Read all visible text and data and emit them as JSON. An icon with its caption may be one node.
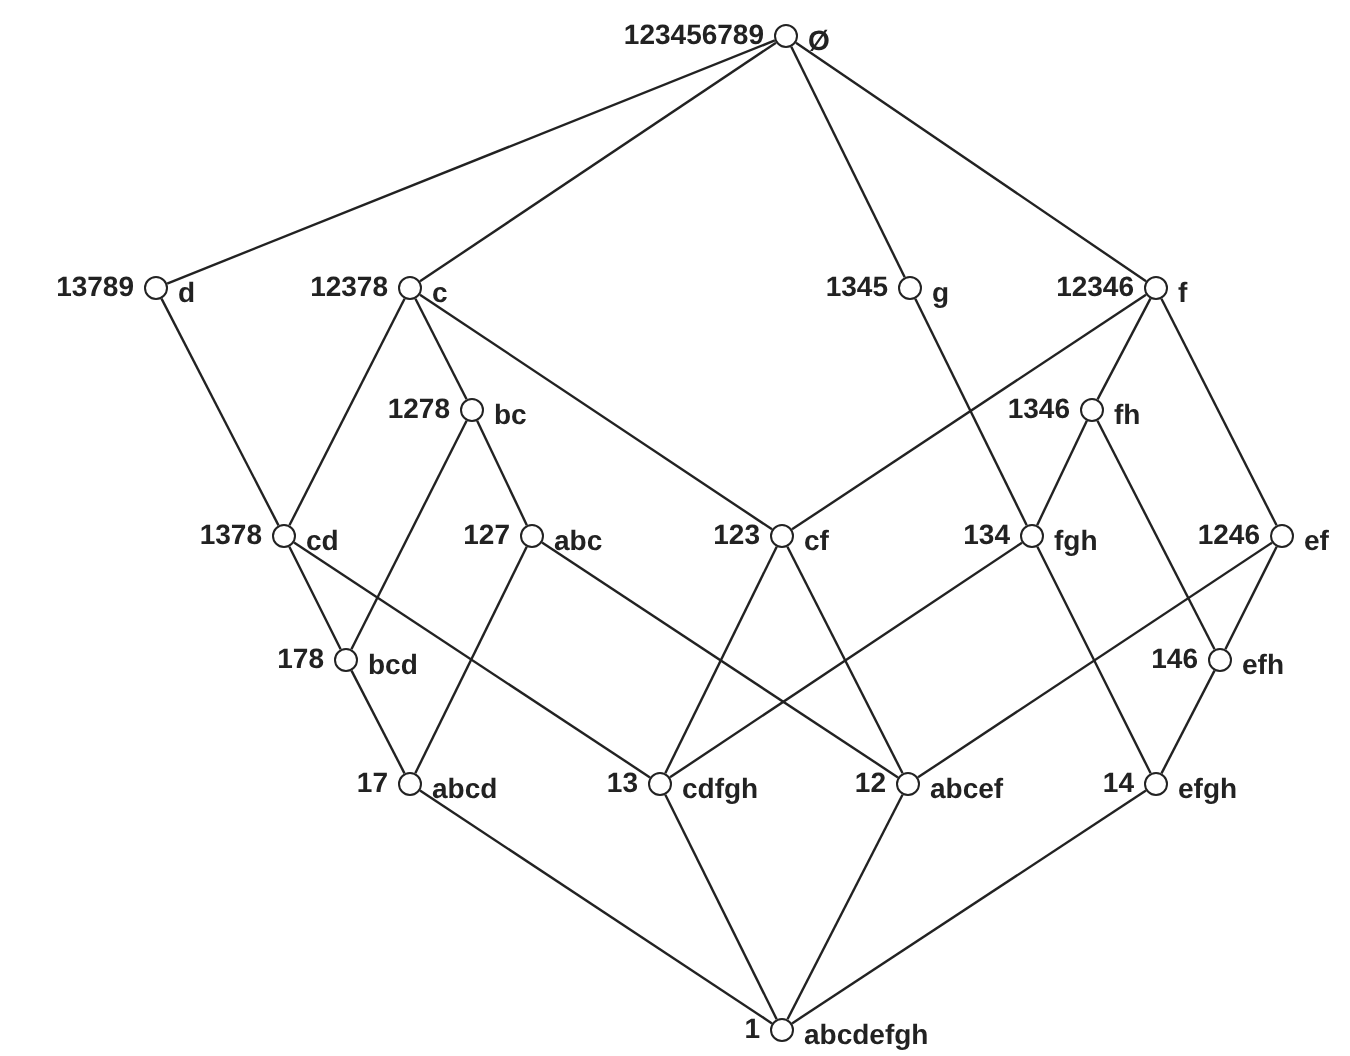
{
  "diagram": {
    "nodes": [
      {
        "text": [],
        "shape": "circle",
        "beside": [
          "123456789",
          "Ø"
        ]
      },
      {
        "text": [],
        "shape": "circle",
        "beside": [
          "13789",
          "d"
        ]
      },
      {
        "text": [],
        "shape": "circle",
        "beside": [
          "12378",
          "c"
        ]
      },
      {
        "text": [],
        "shape": "circle",
        "beside": [
          "1345",
          "g"
        ]
      },
      {
        "text": [],
        "shape": "circle",
        "beside": [
          "12346",
          "f"
        ]
      },
      {
        "text": [],
        "shape": "circle",
        "beside": [
          "1278",
          "bc"
        ]
      },
      {
        "text": [],
        "shape": "circle",
        "beside": [
          "1346",
          "fh"
        ]
      },
      {
        "text": [],
        "shape": "circle",
        "beside": [
          "1378",
          "cd"
        ]
      },
      {
        "text": [],
        "shape": "circle",
        "beside": [
          "127",
          "abc"
        ]
      },
      {
        "text": [],
        "shape": "circle",
        "beside": [
          "123",
          "cf"
        ]
      },
      {
        "text": [],
        "shape": "circle",
        "beside": [
          "134",
          "fgh"
        ]
      },
      {
        "text": [],
        "shape": "circle",
        "beside": [
          "1246",
          "ef"
        ]
      },
      {
        "text": [],
        "shape": "circle",
        "beside": [
          "178",
          "bcd"
        ]
      },
      {
        "text": [],
        "shape": "circle",
        "beside": [
          "146",
          "efh"
        ]
      },
      {
        "text": [],
        "shape": "circle",
        "beside": [
          "17",
          "abcd"
        ]
      },
      {
        "text": [],
        "shape": "circle",
        "beside": [
          "13",
          "cdfgh"
        ]
      },
      {
        "text": [],
        "shape": "circle",
        "beside": [
          "12",
          "abcef"
        ]
      },
      {
        "text": [],
        "shape": "circle",
        "beside": [
          "14",
          "efgh"
        ]
      },
      {
        "text": [],
        "shape": "circle",
        "beside": [
          "1",
          "abcdefgh"
        ]
      }
    ],
    "edges": [
      {
        "from": 0,
        "to": 1,
        "arrow": "none"
      },
      {
        "from": 0,
        "to": 2,
        "arrow": "none"
      },
      {
        "from": 0,
        "to": 3,
        "arrow": "none"
      },
      {
        "from": 0,
        "to": 4,
        "arrow": "none"
      },
      {
        "from": 1,
        "to": 7,
        "arrow": "none"
      },
      {
        "from": 2,
        "to": 7,
        "arrow": "none"
      },
      {
        "from": 2,
        "to": 5,
        "arrow": "none"
      },
      {
        "from": 2,
        "to": 9,
        "arrow": "none"
      },
      {
        "from": 3,
        "to": 10,
        "arrow": "none"
      },
      {
        "from": 4,
        "to": 9,
        "arrow": "none"
      },
      {
        "from": 4,
        "to": 6,
        "arrow": "none"
      },
      {
        "from": 4,
        "to": 11,
        "arrow": "none"
      },
      {
        "from": 5,
        "to": 12,
        "arrow": "none"
      },
      {
        "from": 5,
        "to": 8,
        "arrow": "none"
      },
      {
        "from": 6,
        "to": 10,
        "arrow": "none"
      },
      {
        "from": 6,
        "to": 13,
        "arrow": "none"
      },
      {
        "from": 7,
        "to": 12,
        "arrow": "none"
      },
      {
        "from": 7,
        "to": 15,
        "arrow": "none"
      },
      {
        "from": 8,
        "to": 14,
        "arrow": "none"
      },
      {
        "from": 8,
        "to": 16,
        "arrow": "none"
      },
      {
        "from": 9,
        "to": 15,
        "arrow": "none"
      },
      {
        "from": 9,
        "to": 16,
        "arrow": "none"
      },
      {
        "from": 10,
        "to": 15,
        "arrow": "none"
      },
      {
        "from": 10,
        "to": 17,
        "arrow": "none"
      },
      {
        "from": 11,
        "to": 13,
        "arrow": "none"
      },
      {
        "from": 11,
        "to": 16,
        "arrow": "none"
      },
      {
        "from": 12,
        "to": 14,
        "arrow": "none"
      },
      {
        "from": 13,
        "to": 17,
        "arrow": "none"
      },
      {
        "from": 14,
        "to": 18,
        "arrow": "none"
      },
      {
        "from": 15,
        "to": 18,
        "arrow": "none"
      },
      {
        "from": 16,
        "to": 18,
        "arrow": "none"
      },
      {
        "from": 17,
        "to": 18,
        "arrow": "none"
      }
    ]
  }
}
